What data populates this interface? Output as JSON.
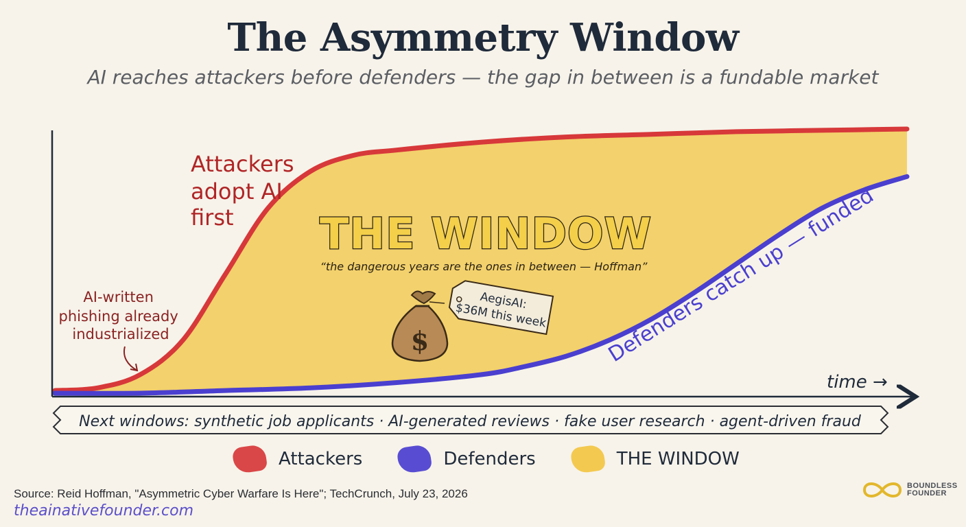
{
  "title": "The Asymmetry Window",
  "subtitle": "AI reaches attackers before defenders — the gap in between is a fundable market",
  "chart_data": {
    "type": "area",
    "xlabel": "time →",
    "ylabel": "",
    "grid": false,
    "series": [
      {
        "name": "Attackers",
        "color": "#d7383a",
        "x": [
          0,
          0.05,
          0.1,
          0.15,
          0.2,
          0.25,
          0.3,
          0.35,
          0.4,
          0.5,
          0.6,
          0.7,
          0.8,
          0.9,
          1.0
        ],
        "values": [
          0.01,
          0.02,
          0.07,
          0.2,
          0.45,
          0.7,
          0.84,
          0.9,
          0.92,
          0.95,
          0.97,
          0.98,
          0.99,
          0.995,
          1.0
        ]
      },
      {
        "name": "Defenders",
        "color": "#4a3fcf",
        "x": [
          0,
          0.1,
          0.2,
          0.3,
          0.4,
          0.5,
          0.55,
          0.6,
          0.65,
          0.7,
          0.75,
          0.8,
          0.85,
          0.9,
          0.95,
          1.0
        ],
        "values": [
          0.0,
          0.0,
          0.01,
          0.02,
          0.04,
          0.07,
          0.1,
          0.14,
          0.2,
          0.28,
          0.38,
          0.49,
          0.6,
          0.7,
          0.77,
          0.82
        ]
      }
    ],
    "window": {
      "name": "THE WINDOW",
      "color": "#f2c542"
    }
  },
  "annotations": {
    "attackers_label": [
      "Attackers",
      "adopt AI",
      "first"
    ],
    "phishing_note": [
      "AI-written",
      "phishing already",
      "industrialized"
    ],
    "window_label": "THE WINDOW",
    "quote": "“the dangerous years are the ones in between — Hoffman”",
    "tag_line1": "AegisAI:",
    "tag_line2": "$36M this week",
    "defenders_label": "Defenders catch up — funded",
    "money_symbol": "$"
  },
  "banner": "Next windows: synthetic job applicants · AI-generated reviews · fake user research · agent-driven fraud",
  "legend": [
    {
      "label": "Attackers",
      "color": "#d7383a"
    },
    {
      "label": "Defenders",
      "color": "#4a3fcf"
    },
    {
      "label": "THE WINDOW",
      "color": "#f2c542"
    }
  ],
  "footer": {
    "source": "Source: Reid Hoffman, \"Asymmetric Cyber Warfare Is Here\"; TechCrunch, July 23, 2026",
    "site": "theainativefounder.com",
    "brand": "BOUNDLESS\nFOUNDER"
  }
}
